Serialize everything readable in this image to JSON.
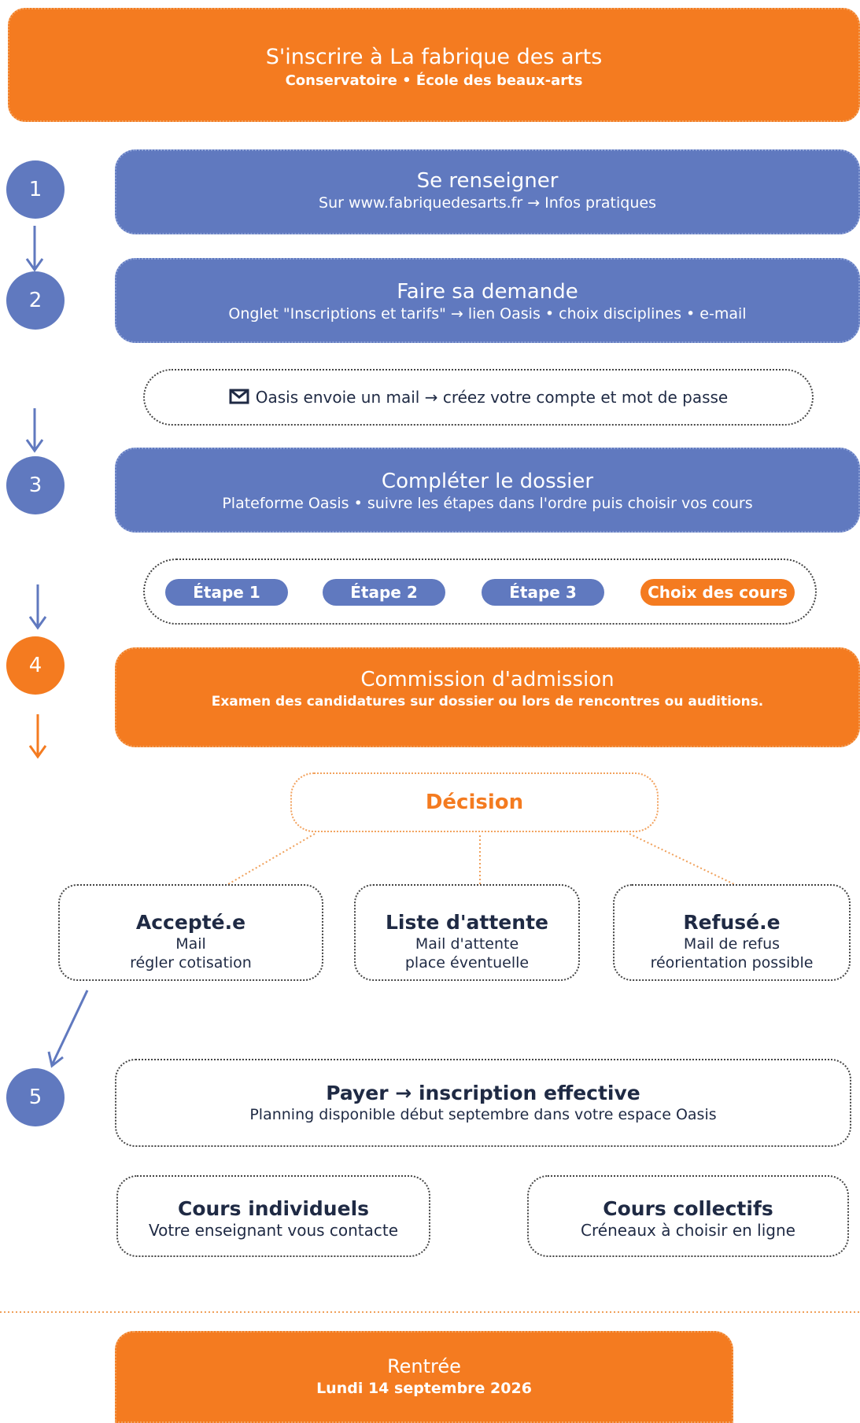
{
  "header": {
    "title": "S'inscrire à La fabrique des arts",
    "subtitle": "Conservatoire • École des beaux-arts"
  },
  "steps": [
    {
      "number": "1",
      "title": "Se renseigner",
      "detail": "Sur www.fabriquedesarts.fr → Infos pratiques"
    },
    {
      "number": "2",
      "title": "Faire sa demande",
      "detail": "Onglet \"Inscriptions et tarifs\" → lien Oasis • choix disciplines • e-mail"
    },
    {
      "number": "3",
      "title": "Compléter le dossier",
      "detail": "Plateforme Oasis • suivre les étapes dans l'ordre puis choisir vos cours"
    },
    {
      "number": "4",
      "title": "Commission d'admission",
      "detail": "Examen des candidatures sur dossier ou lors de rencontres ou auditions."
    },
    {
      "number": "5"
    }
  ],
  "mail_notice": {
    "icon": "envelope-icon",
    "text": "Oasis envoie un mail → créez votre compte et mot de passe"
  },
  "flow_chips": [
    "Étape 1",
    "Étape 2",
    "Étape 3",
    "Choix des cours"
  ],
  "decision": {
    "label": "Décision"
  },
  "outcomes": [
    {
      "title": "Accepté.e",
      "line1": "Mail",
      "line2": "régler cotisation"
    },
    {
      "title": "Liste d'attente",
      "line1": "Mail d'attente",
      "line2": "place éventuelle"
    },
    {
      "title": "Refusé.e",
      "line1": "Mail de refus",
      "line2": "réorientation possible"
    }
  ],
  "payment": {
    "title": "Payer → inscription effective",
    "detail": "Planning disponible début septembre dans votre espace Oasis"
  },
  "courses": [
    {
      "title": "Cours individuels",
      "detail": "Votre enseignant vous contacte"
    },
    {
      "title": "Cours collectifs",
      "detail": "Créneaux à choisir en ligne"
    }
  ],
  "footer": {
    "title": "Rentrée",
    "date": "Lundi 14 septembre 2026"
  },
  "colors": {
    "orange": "#f47b20",
    "blue": "#6079bf",
    "navy": "#1f2a44"
  }
}
